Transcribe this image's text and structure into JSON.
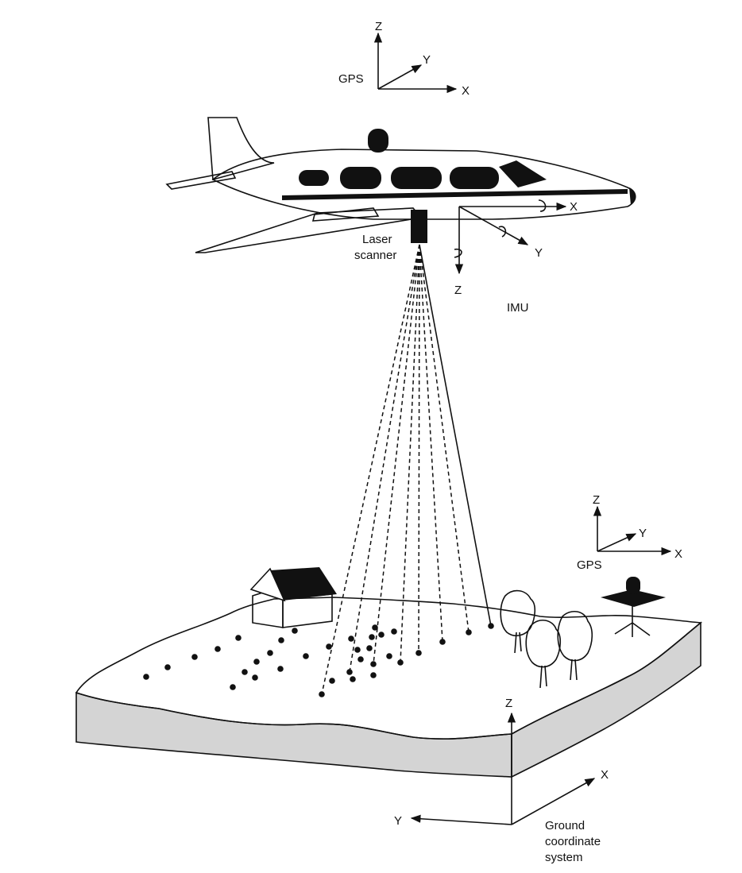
{
  "colors": {
    "ink": "#111111",
    "paper": "#ffffff",
    "terrain_side": "#d4d4d4",
    "tree_fill": "#cfcfcf"
  },
  "labels": {
    "gps_top": "GPS",
    "gps_top_axes": {
      "z": "Z",
      "y": "Y",
      "x": "X"
    },
    "imu": "IMU",
    "imu_axes": {
      "x": "X",
      "y": "Y",
      "z": "Z"
    },
    "laser_scanner_line1": "Laser",
    "laser_scanner_line2": "scanner",
    "gps_ground": "GPS",
    "gps_ground_axes": {
      "z": "Z",
      "y": "Y",
      "x": "X"
    },
    "ground_axes": {
      "z": "Z",
      "x": "X",
      "y": "Y"
    },
    "ground_system_line1": "Ground",
    "ground_system_line2": "coordinate",
    "ground_system_line3": "system"
  },
  "icons": [
    "airplane-icon",
    "house-icon",
    "tree-icon",
    "gps-station-icon"
  ]
}
